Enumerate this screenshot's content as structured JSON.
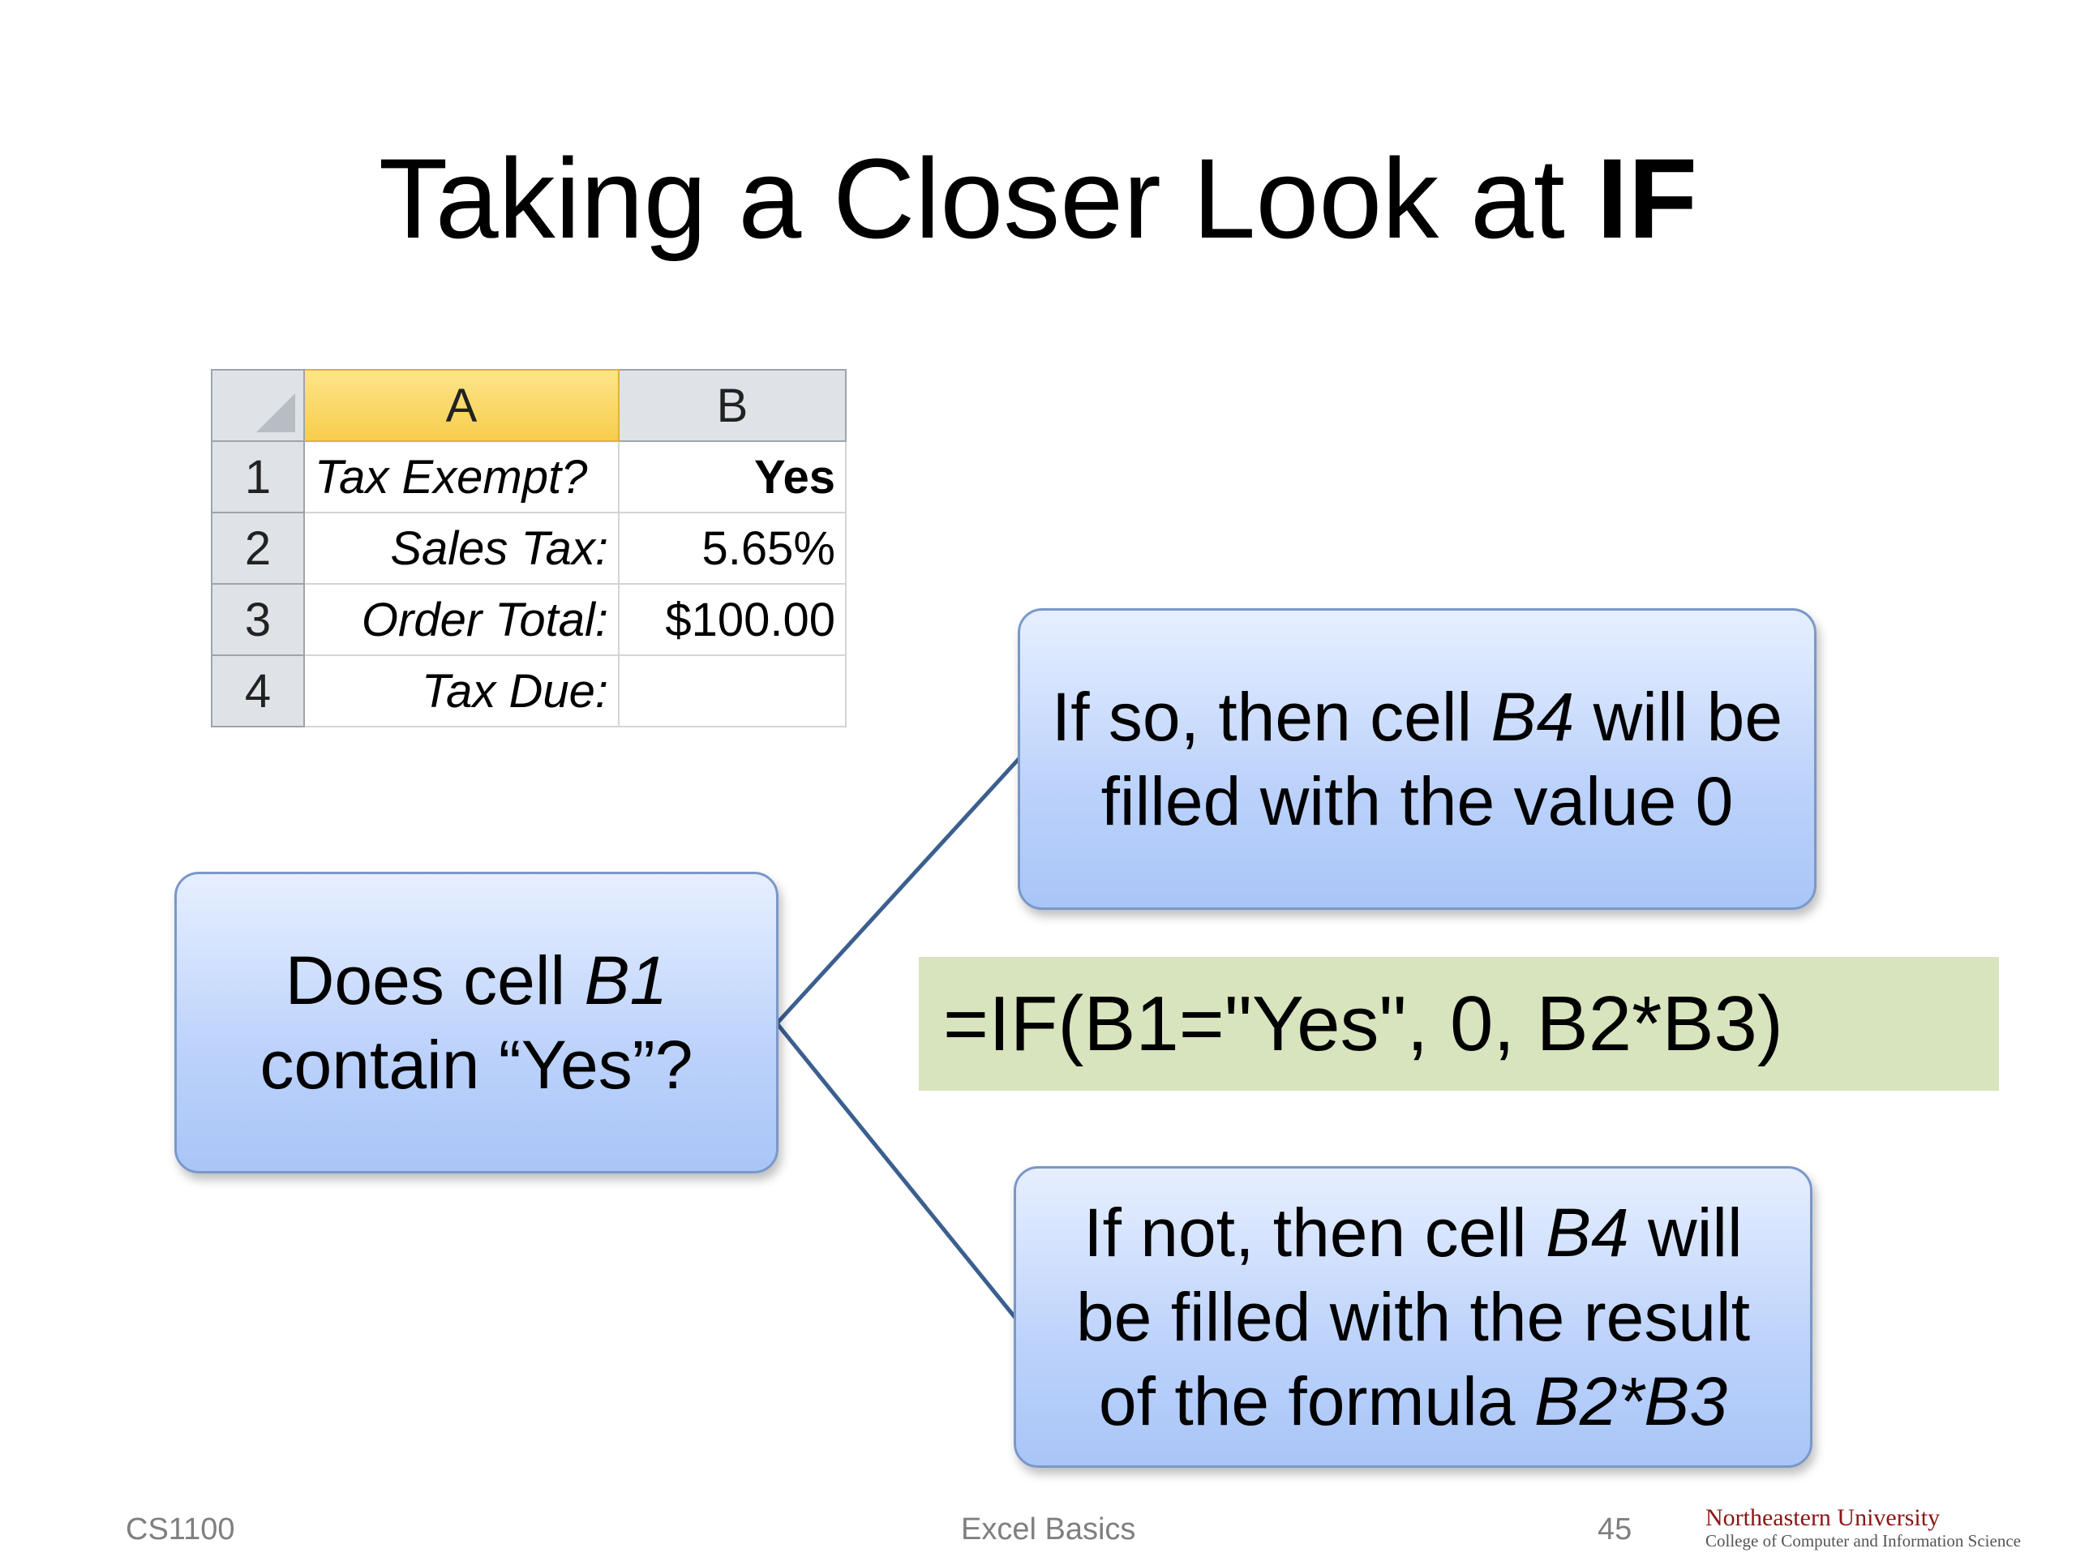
{
  "slide": {
    "title_main": "Taking a Closer Look at ",
    "title_bold": "IF"
  },
  "spreadsheet": {
    "columns": [
      "A",
      "B"
    ],
    "rows": [
      {
        "num": "1",
        "a": "Tax Exempt?",
        "b": "Yes"
      },
      {
        "num": "2",
        "a": "Sales Tax:",
        "b": "5.65%"
      },
      {
        "num": "3",
        "a": "Order Total:",
        "b": "$100.00"
      },
      {
        "num": "4",
        "a": "Tax Due:",
        "b": ""
      }
    ]
  },
  "diagram": {
    "question": {
      "pre": "Does cell ",
      "cell": "B1",
      "post": "contain “Yes”?"
    },
    "yes_branch": {
      "pre": "If so, then cell ",
      "cell": "B4",
      "mid": " will be",
      "post": "filled with the value 0"
    },
    "no_branch": {
      "pre": "If not, then cell ",
      "cell": "B4",
      "mid": " will",
      "line2": "be filled with the result",
      "line3_pre": "of the formula ",
      "formula": "B2*B3"
    },
    "formula": "=IF(B1=\"Yes\", 0, B2*B3)"
  },
  "footer": {
    "course": "CS1100",
    "topic": "Excel Basics",
    "page": "45",
    "logo_line1": "Northeastern University",
    "logo_line2": "College of Computer and Information Science"
  },
  "colors": {
    "box_top": "#e6efff",
    "box_bottom": "#a9c5f7",
    "box_border": "#7a98c8",
    "formula_bg": "#d7e4bd",
    "connector": "#3b5f8f",
    "selected_column": "#f8cd4c"
  }
}
